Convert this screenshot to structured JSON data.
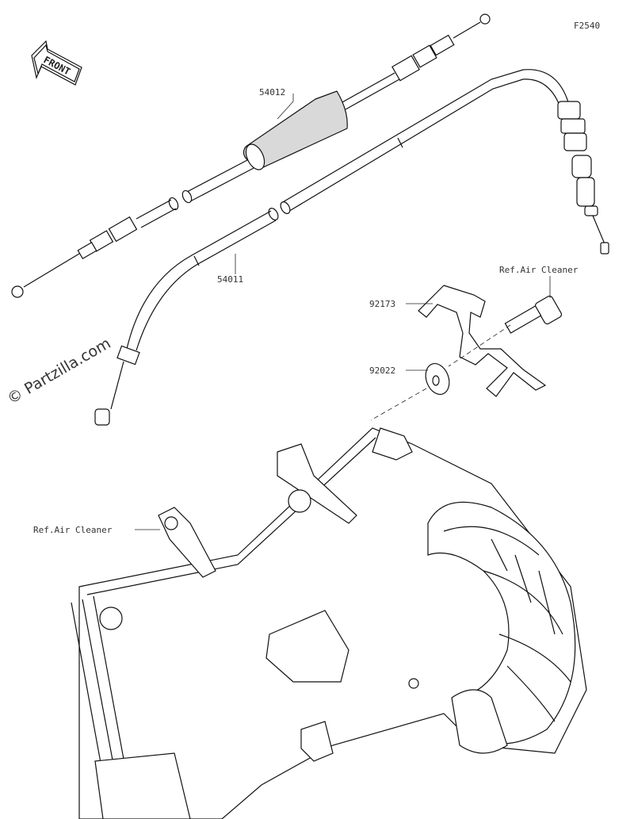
{
  "figure_code": "F2540",
  "direction_label": "FRONT",
  "watermark": "© Partzilla.com",
  "parts": [
    {
      "number": "54012"
    },
    {
      "number": "54011"
    },
    {
      "number": "92173"
    },
    {
      "number": "92022"
    }
  ],
  "references": [
    {
      "text": "Ref.Air Cleaner"
    },
    {
      "text": "Ref.Air Cleaner"
    }
  ]
}
